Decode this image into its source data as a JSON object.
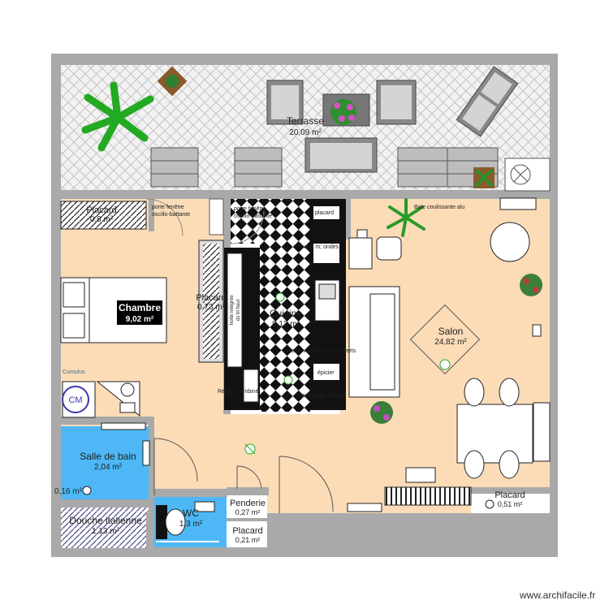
{
  "plan": {
    "watermark": "www.archifacile.fr",
    "colors": {
      "wall": "#a9a9a9",
      "floor_main": "#fbdcb7",
      "bathroom": "#4db8f5",
      "terrace": "#eeeeee",
      "room_highlight": "#000000"
    },
    "rooms": {
      "terrasse": {
        "name": "Terrasse",
        "area": "20,09 m²"
      },
      "placard1": {
        "name": "Placard",
        "area": "0,8 m²"
      },
      "chambre": {
        "name": "Chambre",
        "area": "9,02 m²"
      },
      "placard2": {
        "name": "Placard",
        "area": "0,73 m²"
      },
      "cuisine": {
        "name": "Cuisine",
        "area": "8,12 m²"
      },
      "salon": {
        "name": "Salon",
        "area": "24,82 m²"
      },
      "sdb": {
        "name": "Salle de bain",
        "area": "2,04 m²"
      },
      "douche": {
        "name": "Douche italienne",
        "area": "1,13 m²"
      },
      "wc": {
        "name": "WC",
        "area": "1,3 m²"
      },
      "penderie": {
        "name": "Penderie",
        "area": "0,27 m²"
      },
      "placard3": {
        "name": "Placard",
        "area": "0,21 m²"
      },
      "placard4": {
        "name": "Placard",
        "area": "0,51 m²"
      },
      "small_area": {
        "area": "0,16 m²"
      }
    },
    "labels": {
      "porte_fenetre": "porte fenêtre",
      "oscillo": "oscillo-battante",
      "baie": "Baie coulissante alu",
      "four": "Four + m; ondes",
      "placard_small": "placard",
      "lave_vaisselle": "Lave vaisselle 12 couverts",
      "epicier": "épicier",
      "lave_linge": "Lave linge séchant",
      "refrig": "Réfrig. Combiné",
      "hotte": "hotte intégrée",
      "hotte2": "ds ht haut",
      "cumulus": "Cumulus",
      "cm": "CM"
    }
  }
}
